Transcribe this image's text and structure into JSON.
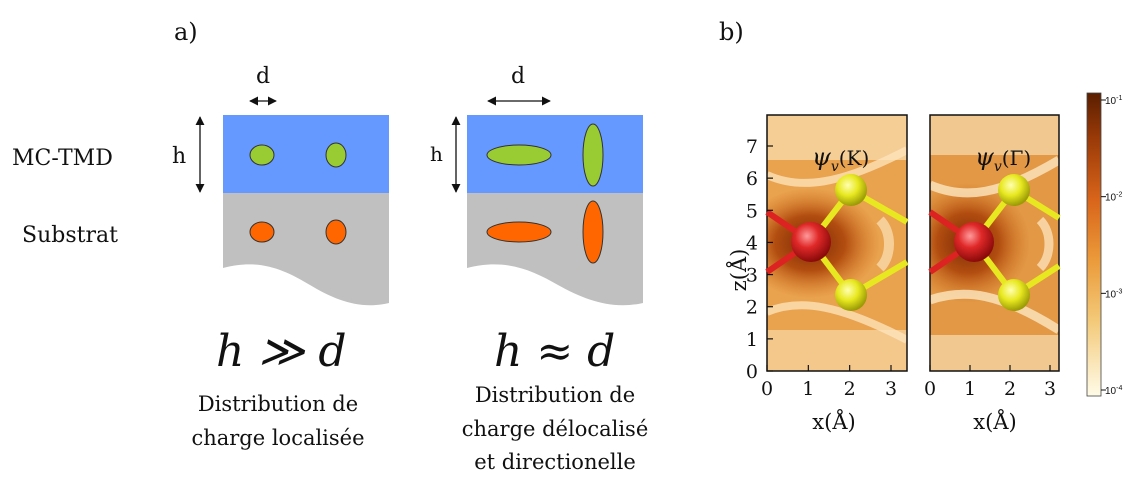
{
  "panel_a": {
    "label": "a)",
    "left_labels": {
      "layer_top": "MC-TMD",
      "layer_bottom": "Substrat"
    },
    "case1": {
      "d_label": "d",
      "h_label": "h",
      "formula": "h ≫ d",
      "caption_line1": "Distribution de",
      "caption_line2": "charge localisée"
    },
    "case2": {
      "d_label": "d",
      "h_label": "h",
      "formula": "h ≈ d",
      "caption_line1": "Distribution de",
      "caption_line2": "charge délocalisé",
      "caption_line3": "et directionelle"
    }
  },
  "panel_b": {
    "label": "b)",
    "plot1_title": "ψ",
    "plot1_sub": "v",
    "plot1_arg": "(K)",
    "plot2_title": "ψ",
    "plot2_sub": "v",
    "plot2_arg": "(Γ)",
    "ylabel": "z(Å)",
    "xlabel_left": "x(Å)",
    "xlabel_right": "x(Å)",
    "yticks": [
      "0",
      "1",
      "2",
      "3",
      "4",
      "5",
      "6",
      "7"
    ],
    "xticks_left": [
      "0",
      "1",
      "2",
      "3"
    ],
    "xticks_right": [
      "0",
      "1",
      "2",
      "3"
    ],
    "colorbar": {
      "ticks": [
        {
          "base": "10",
          "exp": "-1"
        },
        {
          "base": "10",
          "exp": "-2"
        },
        {
          "base": "10",
          "exp": "-3"
        },
        {
          "base": "10",
          "exp": "-4"
        }
      ],
      "scale": "log"
    }
  },
  "colors": {
    "tmd_layer": "#6699ff",
    "substrate": "#c0c0c0",
    "charge_tmd": "#99cc33",
    "charge_substrate": "#ff6600",
    "atom_center": "#dd2222",
    "atom_outer": "#e8e820"
  }
}
